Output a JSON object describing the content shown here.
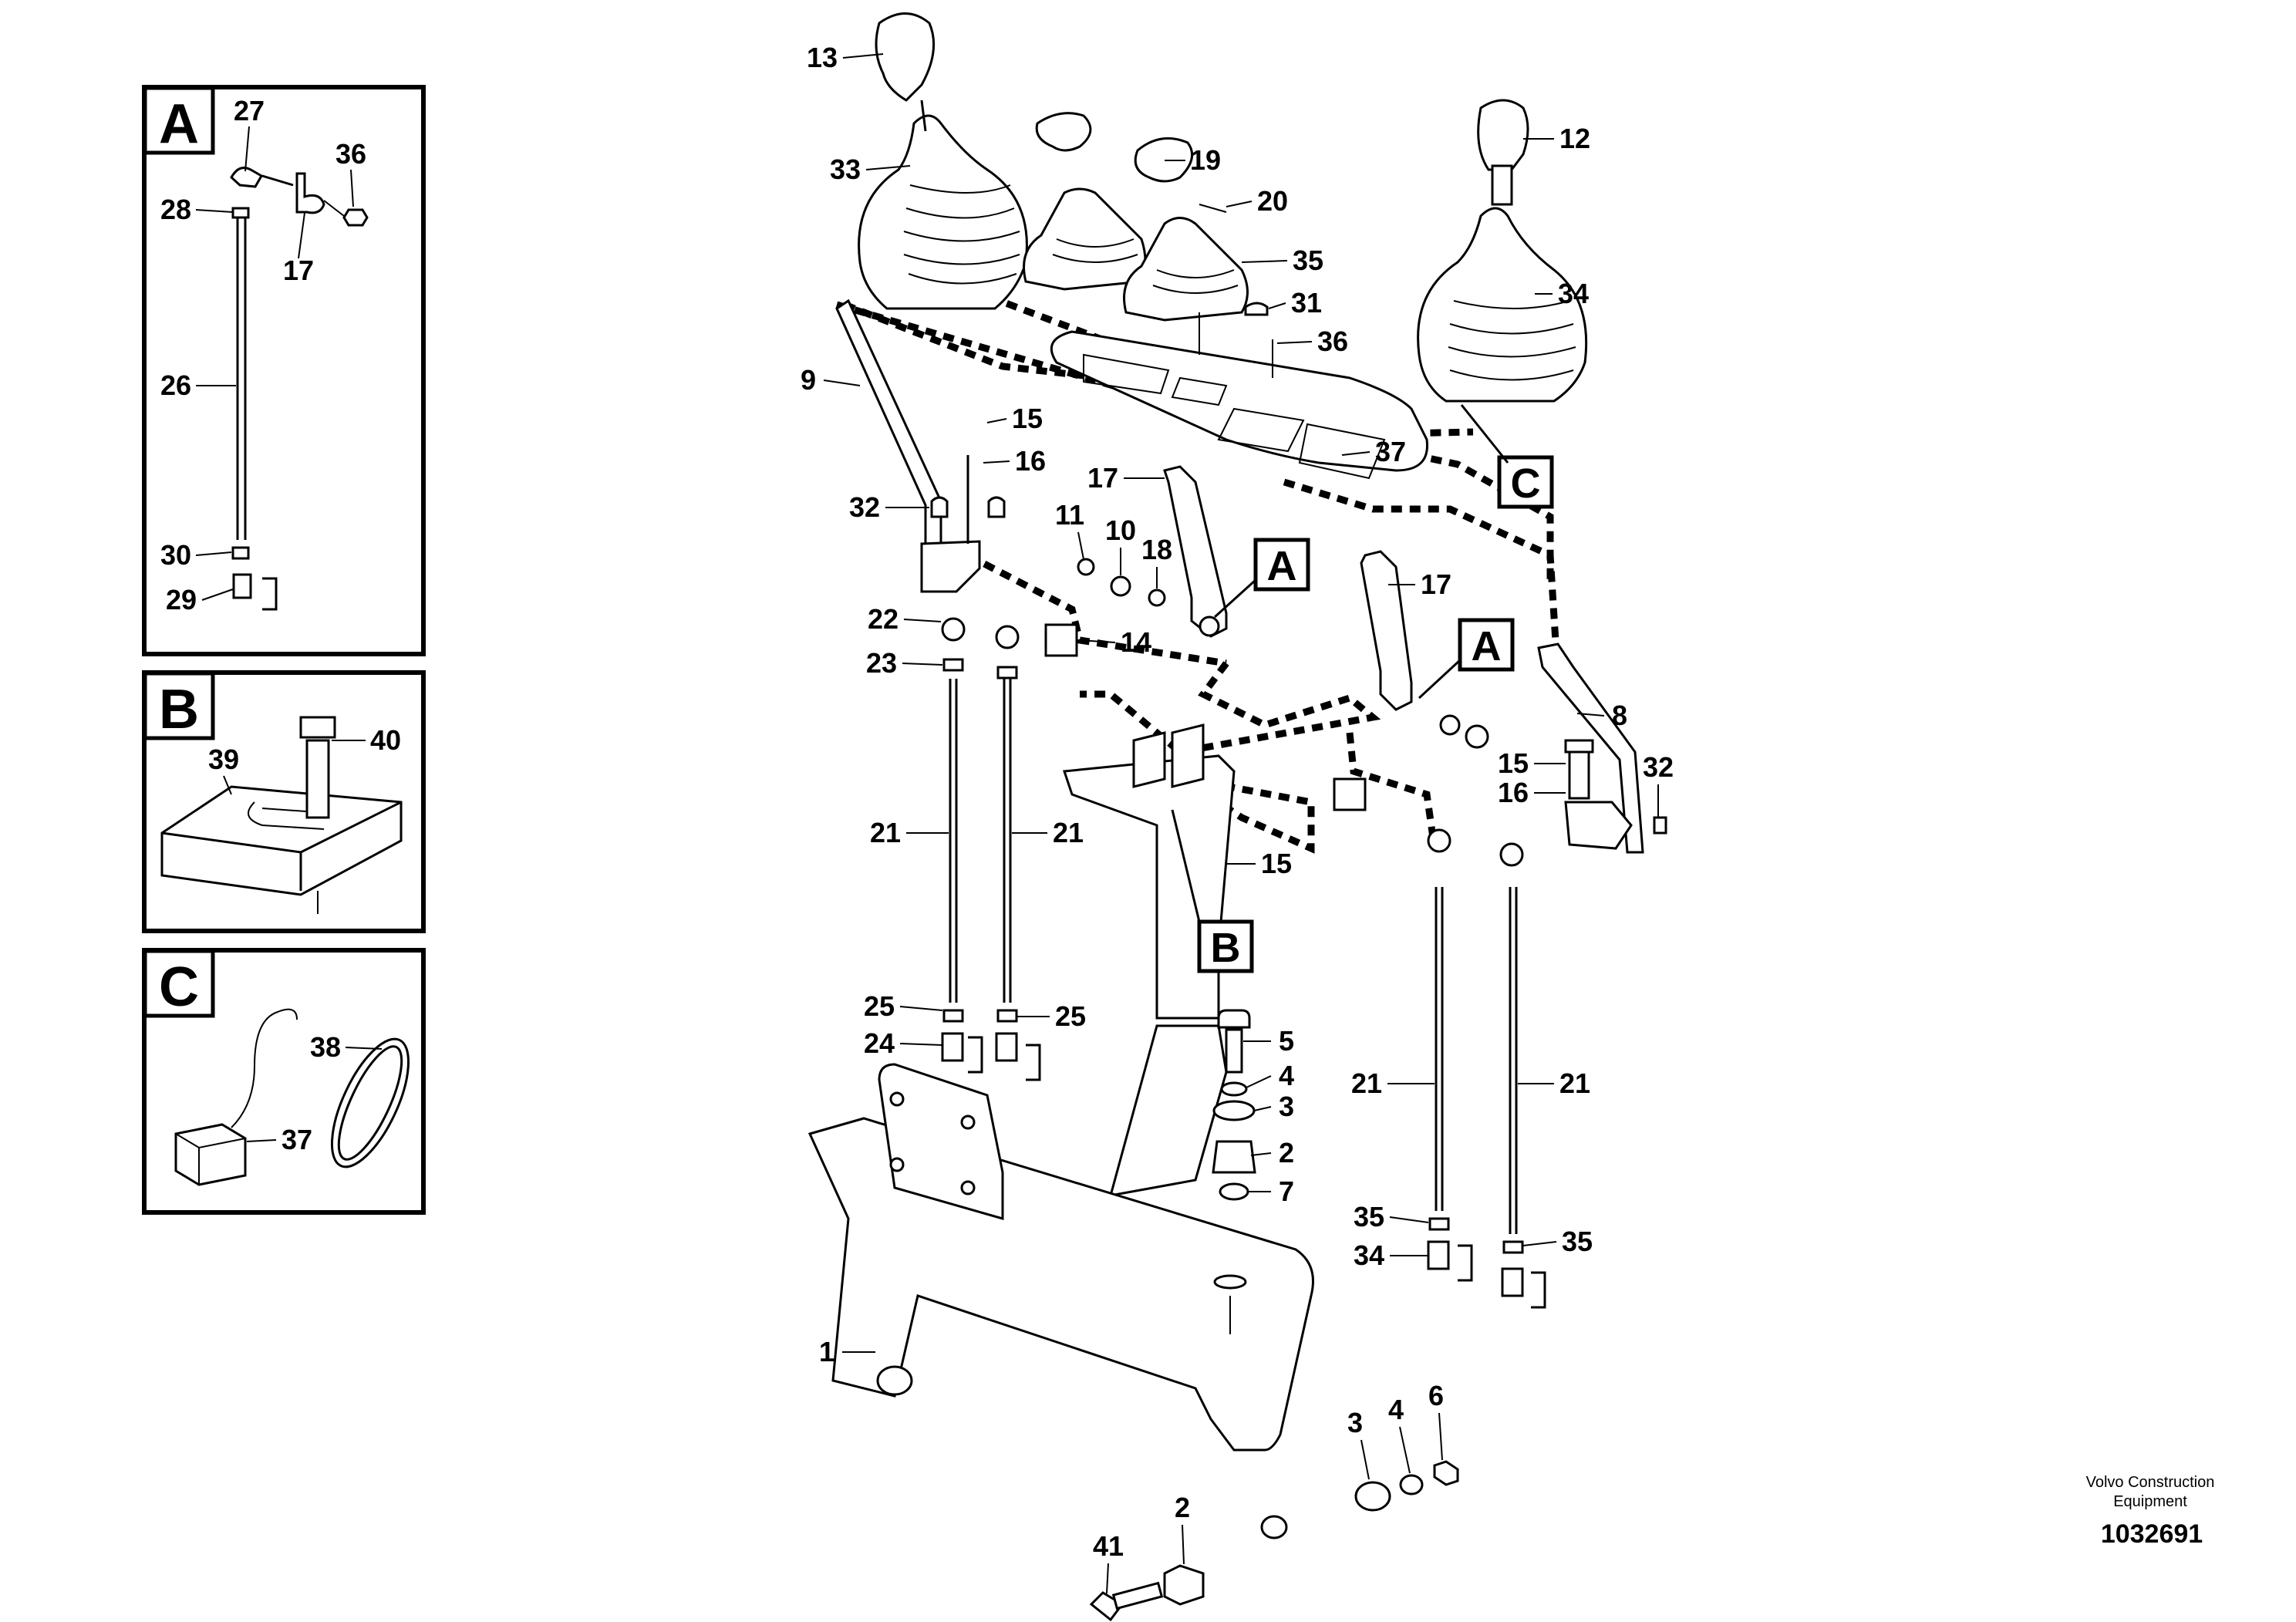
{
  "details": {
    "A": {
      "letter": "A",
      "labels": {
        "p27": "27",
        "p36": "36",
        "p28": "28",
        "p17": "17",
        "p26": "26",
        "p30": "30",
        "p29": "29"
      }
    },
    "B": {
      "letter": "B",
      "labels": {
        "p40": "40",
        "p39": "39"
      }
    },
    "C": {
      "letter": "C",
      "labels": {
        "p38": "38",
        "p37": "37"
      }
    }
  },
  "callouts": {
    "c1": "C",
    "a1": "A",
    "a2": "A",
    "b1": "B"
  },
  "labels": {
    "l13": "13",
    "l33": "33",
    "l19": "19",
    "l20": "20",
    "l12": "12",
    "l35a": "35",
    "l34a": "34",
    "l31": "31",
    "l36": "36",
    "l9": "9",
    "l15a": "15",
    "l16a": "16",
    "l37": "37",
    "l17a": "17",
    "l32a": "32",
    "l11": "11",
    "l10": "10",
    "l18": "18",
    "l17b": "17",
    "l22": "22",
    "l14": "14",
    "l23": "23",
    "l8": "8",
    "l15b": "15",
    "l32b": "32",
    "l16b": "16",
    "l21a": "21",
    "l21b": "21",
    "l15c": "15",
    "l25a": "25",
    "l25b": "25",
    "l24": "24",
    "l5": "5",
    "l4a": "4",
    "l3a": "3",
    "l2a": "2",
    "l7": "7",
    "l21c": "21",
    "l21d": "21",
    "l35b": "35",
    "l34b": "34",
    "l35c": "35",
    "l1": "1",
    "l3b": "3",
    "l4b": "4",
    "l6": "6",
    "l2b": "2",
    "l41": "41"
  },
  "footer": {
    "brand_line1": "Volvo Construction",
    "brand_line2": "Equipment",
    "drawing_number": "1032691"
  }
}
